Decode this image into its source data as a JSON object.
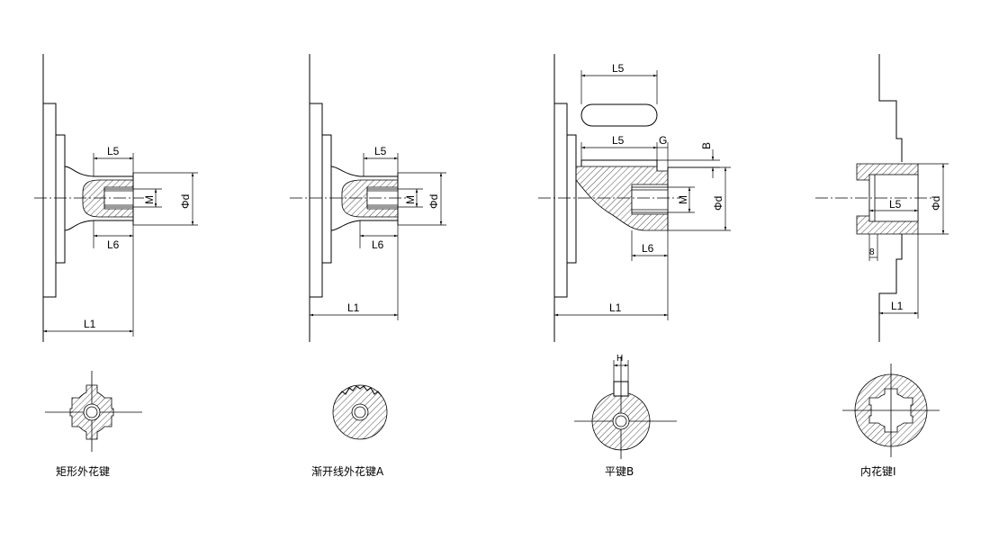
{
  "diagrams": [
    {
      "caption": "矩形外花键",
      "dims": {
        "l5": "L5",
        "l6": "L6",
        "m": "M",
        "phid": "Φd",
        "l1": "L1"
      }
    },
    {
      "caption": "渐开线外花键A",
      "dims": {
        "l5": "L5",
        "l6": "L6",
        "m": "M",
        "phid": "Φd",
        "l1": "L1"
      }
    },
    {
      "caption": "平键B",
      "dims": {
        "l5_top": "L5",
        "l5": "L5",
        "g": "G",
        "b": "B",
        "m": "M",
        "phid": "Φd",
        "l6": "L6",
        "l1": "L1",
        "h": "H"
      }
    },
    {
      "caption": "内花键I",
      "dims": {
        "l5": "L5",
        "phid": "Φd",
        "eight": "8",
        "l1": "L1"
      }
    }
  ]
}
